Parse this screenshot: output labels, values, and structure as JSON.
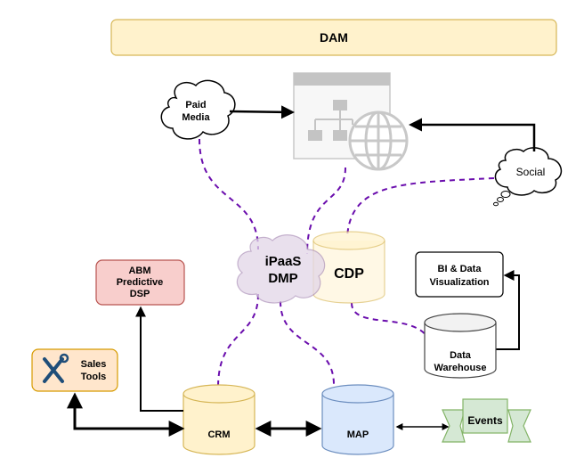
{
  "dam": {
    "label": "DAM"
  },
  "paid_media": {
    "line1": "Paid",
    "line2": "Media"
  },
  "social": {
    "label": "Social"
  },
  "ipaas": {
    "line1": "iPaaS",
    "line2": "DMP"
  },
  "cdp": {
    "label": "CDP"
  },
  "abm": {
    "line1": "ABM",
    "line2": "Predictive",
    "line3": "DSP"
  },
  "bi": {
    "line1": "BI & Data",
    "line2": "Visualization"
  },
  "sales_tools": {
    "line1": "Sales",
    "line2": "Tools"
  },
  "data_warehouse": {
    "line1": "Data",
    "line2": "Warehouse"
  },
  "crm": {
    "label": "CRM"
  },
  "map": {
    "label": "MAP"
  },
  "events": {
    "label": "Events"
  },
  "colors": {
    "dam_fill": "#fff2cc",
    "dam_stroke": "#d6b656",
    "abm_fill": "#f8cecc",
    "abm_stroke": "#b85450",
    "sales_fill": "#ffe6cc",
    "sales_stroke": "#d79b00",
    "crm_fill": "#fff2cc",
    "map_fill": "#dae8fc",
    "map_stroke": "#6c8ebf",
    "events_fill": "#d5e8d4",
    "events_stroke": "#82b366",
    "ipaas_fill": "#e1d5e7",
    "ipaas_stroke": "#9673a6",
    "dashed_link": "#6a0dad",
    "tool_icon": "#1f4e79"
  }
}
